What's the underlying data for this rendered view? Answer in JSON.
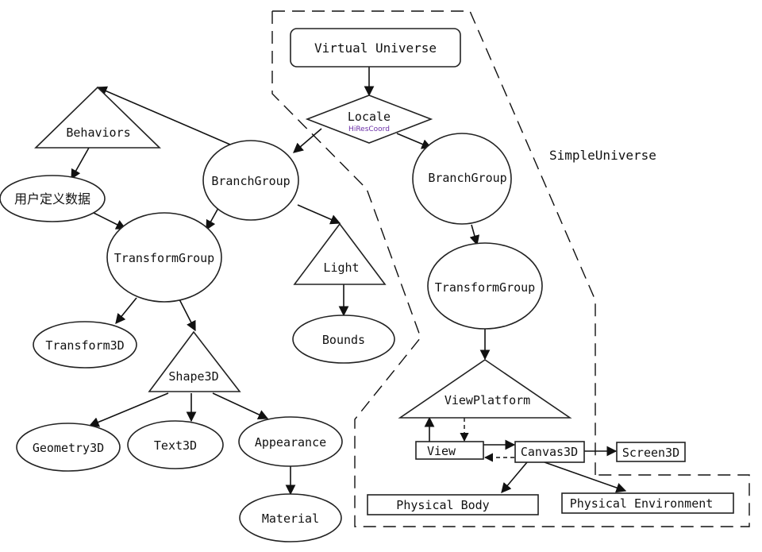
{
  "nodes": {
    "virtual_universe": "Virtual Universe",
    "locale": "Locale",
    "hires_coord": "HiResCoord",
    "simple_universe": "SimpleUniverse",
    "behaviors": "Behaviors",
    "user_data": "用户定义数据",
    "branch_group_left": "BranchGroup",
    "transform_group_left": "TransformGroup",
    "light": "Light",
    "bounds": "Bounds",
    "transform3d": "Transform3D",
    "shape3d": "Shape3D",
    "geometry3d": "Geometry3D",
    "text3d": "Text3D",
    "appearance": "Appearance",
    "material": "Material",
    "branch_group_right": "BranchGroup",
    "transform_group_right": "TransformGroup",
    "view_platform": "ViewPlatform",
    "view": "View",
    "canvas3d": "Canvas3D",
    "screen3d": "Screen3D",
    "physical_body": "Physical Body",
    "physical_environment": "Physical Environment"
  },
  "colors": {
    "stroke": "#222222",
    "background": "#ffffff",
    "hires_coord_text": "#6b2fa8"
  }
}
